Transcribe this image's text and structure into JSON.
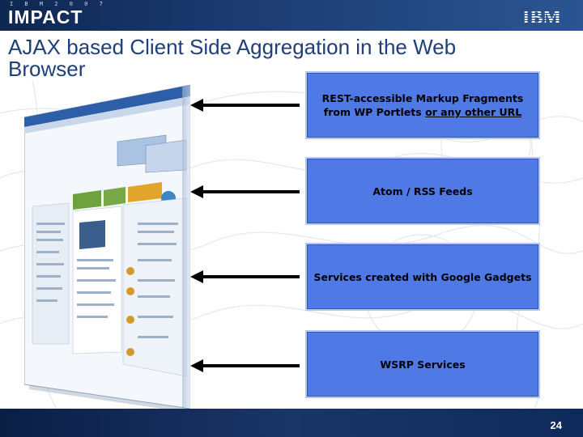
{
  "header": {
    "event_small": "I B M 2 0 0 7",
    "event_name": "IMPACT",
    "company_logo": "IBM"
  },
  "slide": {
    "title_line1": "AJAX based Client Side Aggregation in the Web",
    "title_line2": "Browser",
    "page_number": "24"
  },
  "boxes": [
    {
      "line1": "REST-accessible Markup Fragments",
      "line2_a": "from WP Portlets ",
      "line2_b": "or any other URL"
    },
    {
      "text": "Atom / RSS Feeds"
    },
    {
      "text": "Services created with Google Gadgets"
    },
    {
      "text": "WSRP Services"
    }
  ],
  "colors": {
    "box_fill": "#4f7ae6",
    "title": "#1e3f7a",
    "header_bar": "#0e2752"
  },
  "icons": [
    "arrow-left-icon",
    "ibm-logo",
    "browser-screenshot"
  ]
}
